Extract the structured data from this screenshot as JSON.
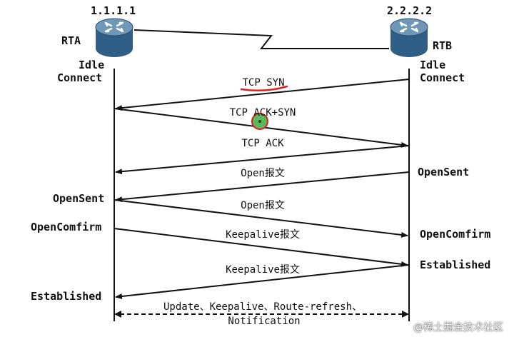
{
  "nodes": {
    "rta": {
      "name": "RTA",
      "ip": "1.1.1.1",
      "state1": "Idle",
      "state2": "Connect"
    },
    "rtb": {
      "name": "RTB",
      "ip": "2.2.2.2",
      "state1": "Idle",
      "state2": "Connect"
    }
  },
  "messages": {
    "tcp_syn": "TCP SYN",
    "tcp_ack_syn": "TCP ACK+SYN",
    "tcp_ack": "TCP ACK",
    "open_1": "Open报文",
    "open_2": "Open报文",
    "keepalive_1": "Keepalive报文",
    "keepalive_2": "Keepalive报文",
    "update_line1": "Update、Keepalive、Route-refresh、",
    "update_line2": "Notification"
  },
  "states_left": {
    "open_sent": "OpenSent",
    "open_confirm": "OpenComfirm",
    "established": "Established"
  },
  "states_right": {
    "open_sent": "OpenSent",
    "open_confirm": "OpenComfirm",
    "established": "Established"
  },
  "watermark": "@稀土掘金技术社区",
  "colors": {
    "line": "#111111",
    "router_body": "#2f5f86",
    "router_top": "#6f97b8",
    "annotation_red": "#e02020",
    "annotation_green": "#5cb85c"
  }
}
